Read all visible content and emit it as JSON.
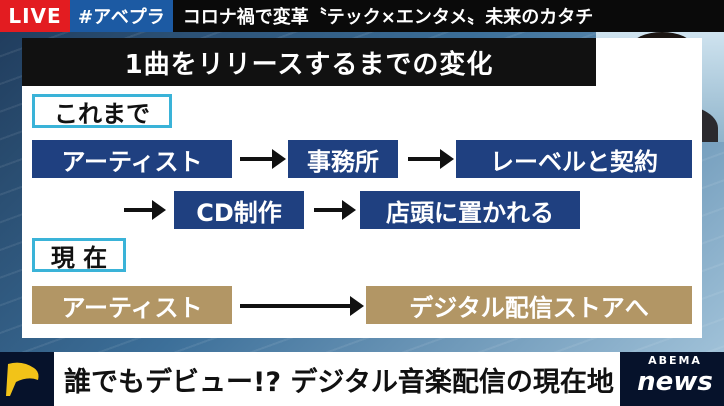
{
  "ticker": {
    "live": "LIVE",
    "hashtag": "#アベプラ",
    "headline": "コロナ禍で変革〝テック×エンタメ〟未来のカタチ"
  },
  "board": {
    "title": "1曲をリリースするまでの変化",
    "before": {
      "label": "これまで",
      "steps": [
        "アーティスト",
        "事務所",
        "レーベルと契約",
        "CD制作",
        "店頭に置かれる"
      ]
    },
    "now": {
      "label": "現 在",
      "steps": [
        "アーティスト",
        "デジタル配信ストアへ"
      ]
    }
  },
  "caption": "誰でもデビュー!? デジタル音楽配信の現在地",
  "logo": {
    "line1": "ABEMA",
    "line2": "news"
  },
  "colors": {
    "navy": "#1f4080",
    "gold": "#b29665",
    "live": "#e31c21",
    "accent": "#3ab3d8"
  }
}
